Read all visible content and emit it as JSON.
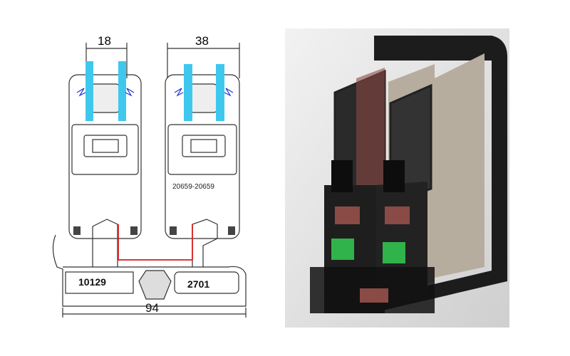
{
  "drawing": {
    "dim_glass_left": "18",
    "dim_glass_right": "38",
    "sash_code": "20659-20659",
    "frame_code_left": "10129",
    "frame_code_right": "2701",
    "dim_frame_width": "94"
  },
  "colors": {
    "glass": "#3fc8ee",
    "seal": "#d81f1f",
    "line": "#333333",
    "render_bg": "#e6e6e6",
    "render_dark": "#1c1c1c",
    "render_panel": "#b7ad9f",
    "render_copper": "#8a4a45",
    "render_green": "#2fb34a"
  }
}
